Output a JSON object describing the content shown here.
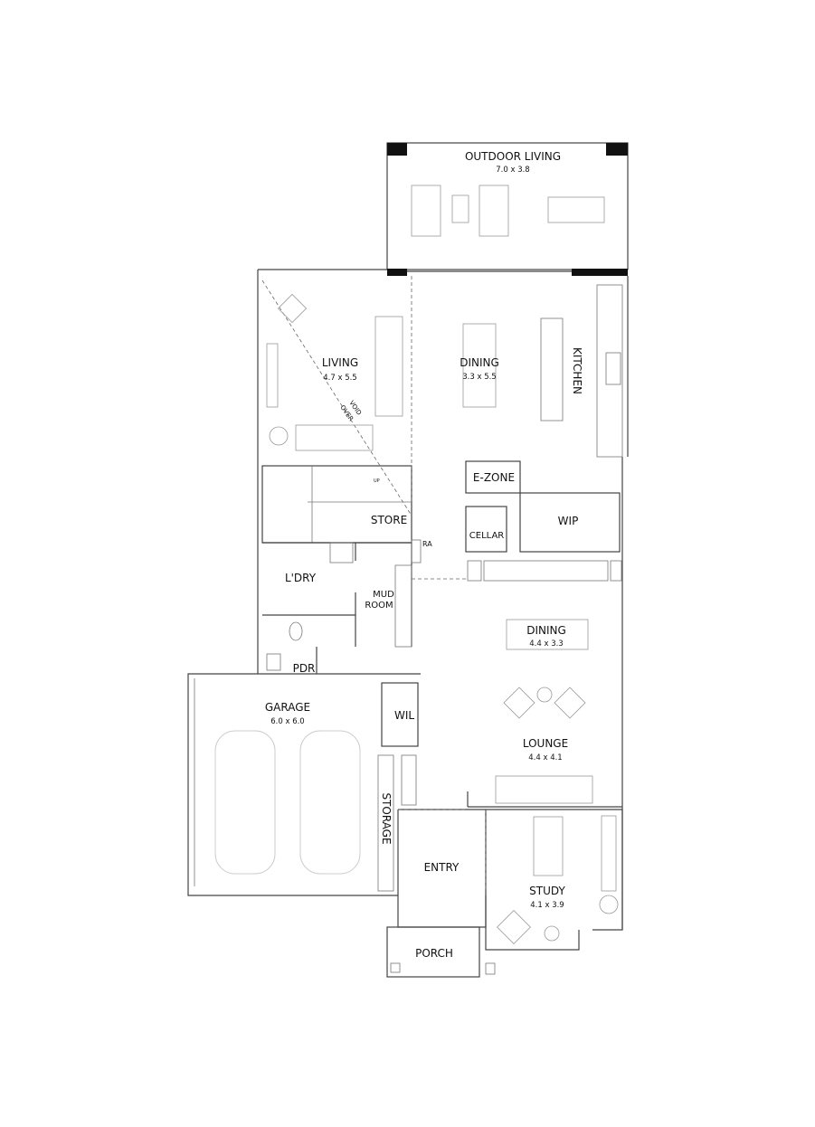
{
  "rooms": [
    {
      "name": "OUTDOOR LIVING",
      "dims": "7.0 x 3.8"
    },
    {
      "name": "LIVING",
      "dims": "4.7 x 5.5"
    },
    {
      "name": "DINING",
      "dims": "3.3 x 5.5"
    },
    {
      "name": "KITCHEN"
    },
    {
      "name": "E-ZONE"
    },
    {
      "name": "WIP"
    },
    {
      "name": "CELLAR"
    },
    {
      "name": "STORE"
    },
    {
      "name": "L'DRY"
    },
    {
      "name": "MUD ROOM"
    },
    {
      "name": "PDR"
    },
    {
      "name": "GARAGE",
      "dims": "6.0 x 6.0"
    },
    {
      "name": "WIL"
    },
    {
      "name": "STORAGE"
    },
    {
      "name": "DINING",
      "dims": "4.4 x 3.3"
    },
    {
      "name": "LOUNGE",
      "dims": "4.4 x 4.1"
    },
    {
      "name": "ENTRY"
    },
    {
      "name": "STUDY",
      "dims": "4.1 x 3.9"
    },
    {
      "name": "PORCH"
    }
  ],
  "annotations": {
    "void": "VOID",
    "over": "OVER",
    "up": "UP",
    "ra": "RA",
    "mud_line1": "MUD",
    "mud_line2": "ROOM"
  }
}
